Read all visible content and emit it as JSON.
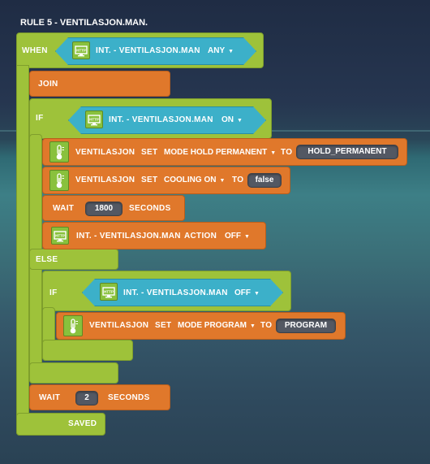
{
  "rule_title": "RULE 5 - VENTILASJON.MAN.",
  "keywords": {
    "when": "WHEN",
    "join": "JOIN",
    "if": "IF",
    "else": "ELSE",
    "wait": "WAIT",
    "set": "SET",
    "to": "TO",
    "seconds": "SECONDS",
    "action": "ACTION",
    "saved": "SAVED"
  },
  "device_http": "INT. - VENTILASJON.MAN",
  "device_thermo": "VENTILASJON",
  "when_trigger": {
    "state": "ANY"
  },
  "if1": {
    "state": "ON"
  },
  "set1": {
    "mode": "MODE HOLD PERMANENT",
    "value": "HOLD_PERMANENT"
  },
  "set2": {
    "mode": "COOLING ON",
    "value": "false"
  },
  "wait1": {
    "value": "1800"
  },
  "action1": {
    "value": "OFF"
  },
  "if2": {
    "state": "OFF"
  },
  "set3": {
    "mode": "MODE PROGRAM",
    "value": "PROGRAM"
  },
  "wait2": {
    "value": "2"
  },
  "icons": {
    "http": "http-icon",
    "thermo": "thermometer-icon"
  },
  "colors": {
    "green": "#9ec23a",
    "orange": "#e0782b",
    "teal": "#3cb0c9",
    "value_box": "#535863"
  }
}
